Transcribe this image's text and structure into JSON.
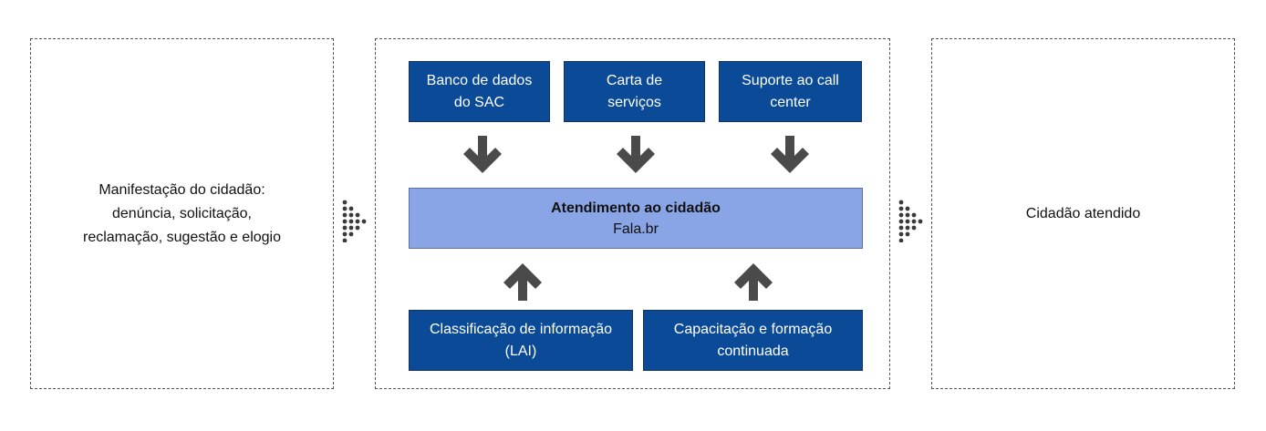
{
  "input_panel": {
    "text": "Manifestação do cidadão:\ndenúncia, solicitação,\nreclamação, sugestão e elogio"
  },
  "inputs_top": [
    {
      "label": "Banco de dados\ndo SAC"
    },
    {
      "label": "Carta de\nserviços"
    },
    {
      "label": "Suporte ao call\ncenter"
    }
  ],
  "center": {
    "title": "Atendimento ao cidadão",
    "subtitle": "Fala.br"
  },
  "inputs_bottom": [
    {
      "label": "Classificação de informação\n(LAI)"
    },
    {
      "label": "Capacitação e formação\ncontinuada"
    }
  ],
  "output_panel": {
    "text": "Cidadão atendido"
  },
  "colors": {
    "box_fill": "#0b4a96",
    "center_fill": "#8aa5e6",
    "arrow": "#4a4a4a"
  },
  "icons": {
    "flow_arrows": "thick-arrow-icon",
    "connectors": "dotted-chevron-icon"
  }
}
